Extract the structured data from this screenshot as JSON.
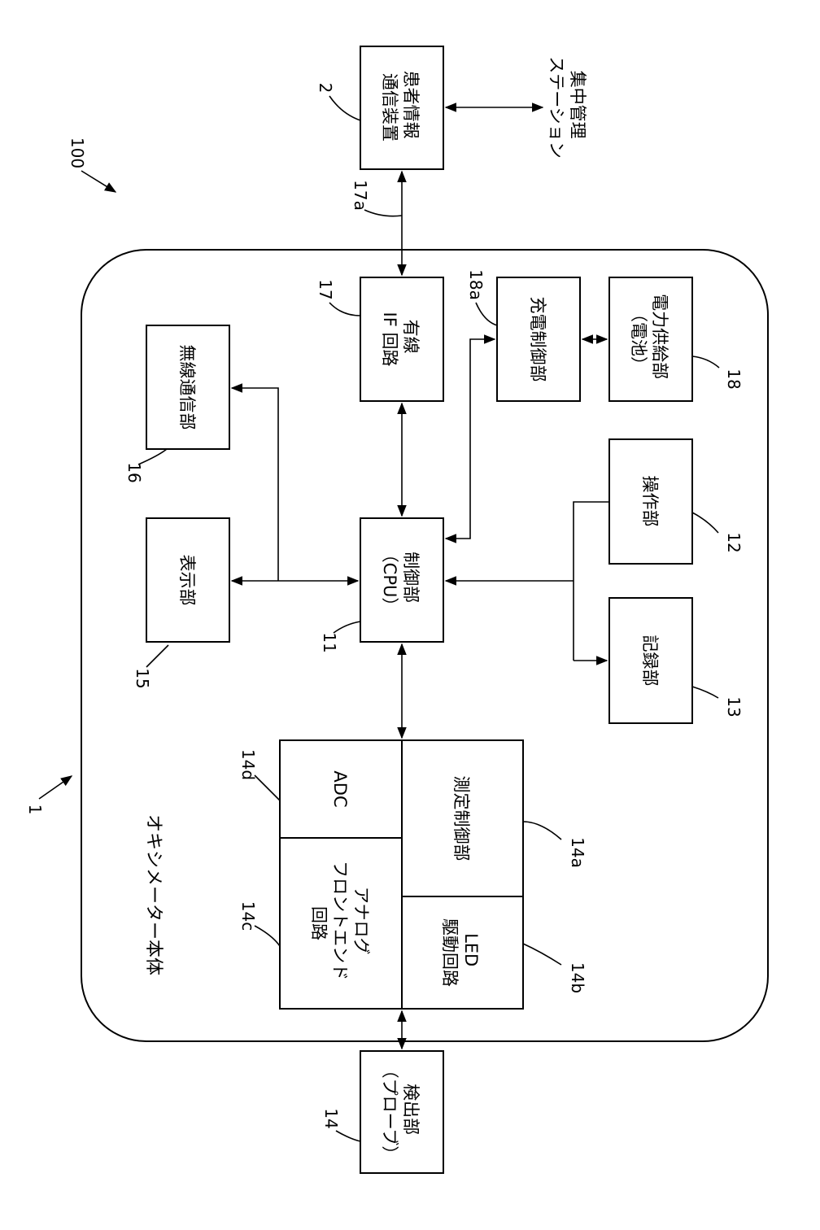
{
  "diagram": {
    "system_ref": "100",
    "main_body": {
      "ref": "1",
      "label": "オキシメーター本体"
    },
    "blocks": {
      "patient_comm": {
        "ref": "2",
        "lines": [
          "患者情報",
          "通信装置"
        ]
      },
      "central": {
        "lines": [
          "集中管理",
          "ステーション"
        ]
      },
      "wired_if": {
        "ref": "17",
        "lines": [
          "有線",
          "IF 回路"
        ]
      },
      "wired_link": {
        "ref": "17a"
      },
      "charge_ctrl": {
        "ref": "18a",
        "lines": [
          "充電制御部"
        ]
      },
      "power": {
        "ref": "18",
        "lines": [
          "電力供給部",
          "（電池）"
        ]
      },
      "wireless": {
        "ref": "16",
        "lines": [
          "無線通信部"
        ]
      },
      "display": {
        "ref": "15",
        "lines": [
          "表示部"
        ]
      },
      "cpu": {
        "ref": "11",
        "lines": [
          "制御部",
          "（CPU）"
        ]
      },
      "operation": {
        "ref": "12",
        "lines": [
          "操作部"
        ]
      },
      "record": {
        "ref": "13",
        "lines": [
          "記録部"
        ]
      },
      "adc": {
        "ref": "14d",
        "lines": [
          "ADC"
        ]
      },
      "afe": {
        "ref": "14c",
        "lines": [
          "アナログ",
          "フロントエンド",
          "回路"
        ]
      },
      "meas_ctrl": {
        "ref": "14a",
        "lines": [
          "測定制御部"
        ]
      },
      "led_drv": {
        "ref": "14b",
        "lines": [
          "LED",
          "駆動回路"
        ]
      },
      "probe": {
        "ref": "14",
        "lines": [
          "検出部",
          "（プローブ）"
        ]
      }
    }
  }
}
